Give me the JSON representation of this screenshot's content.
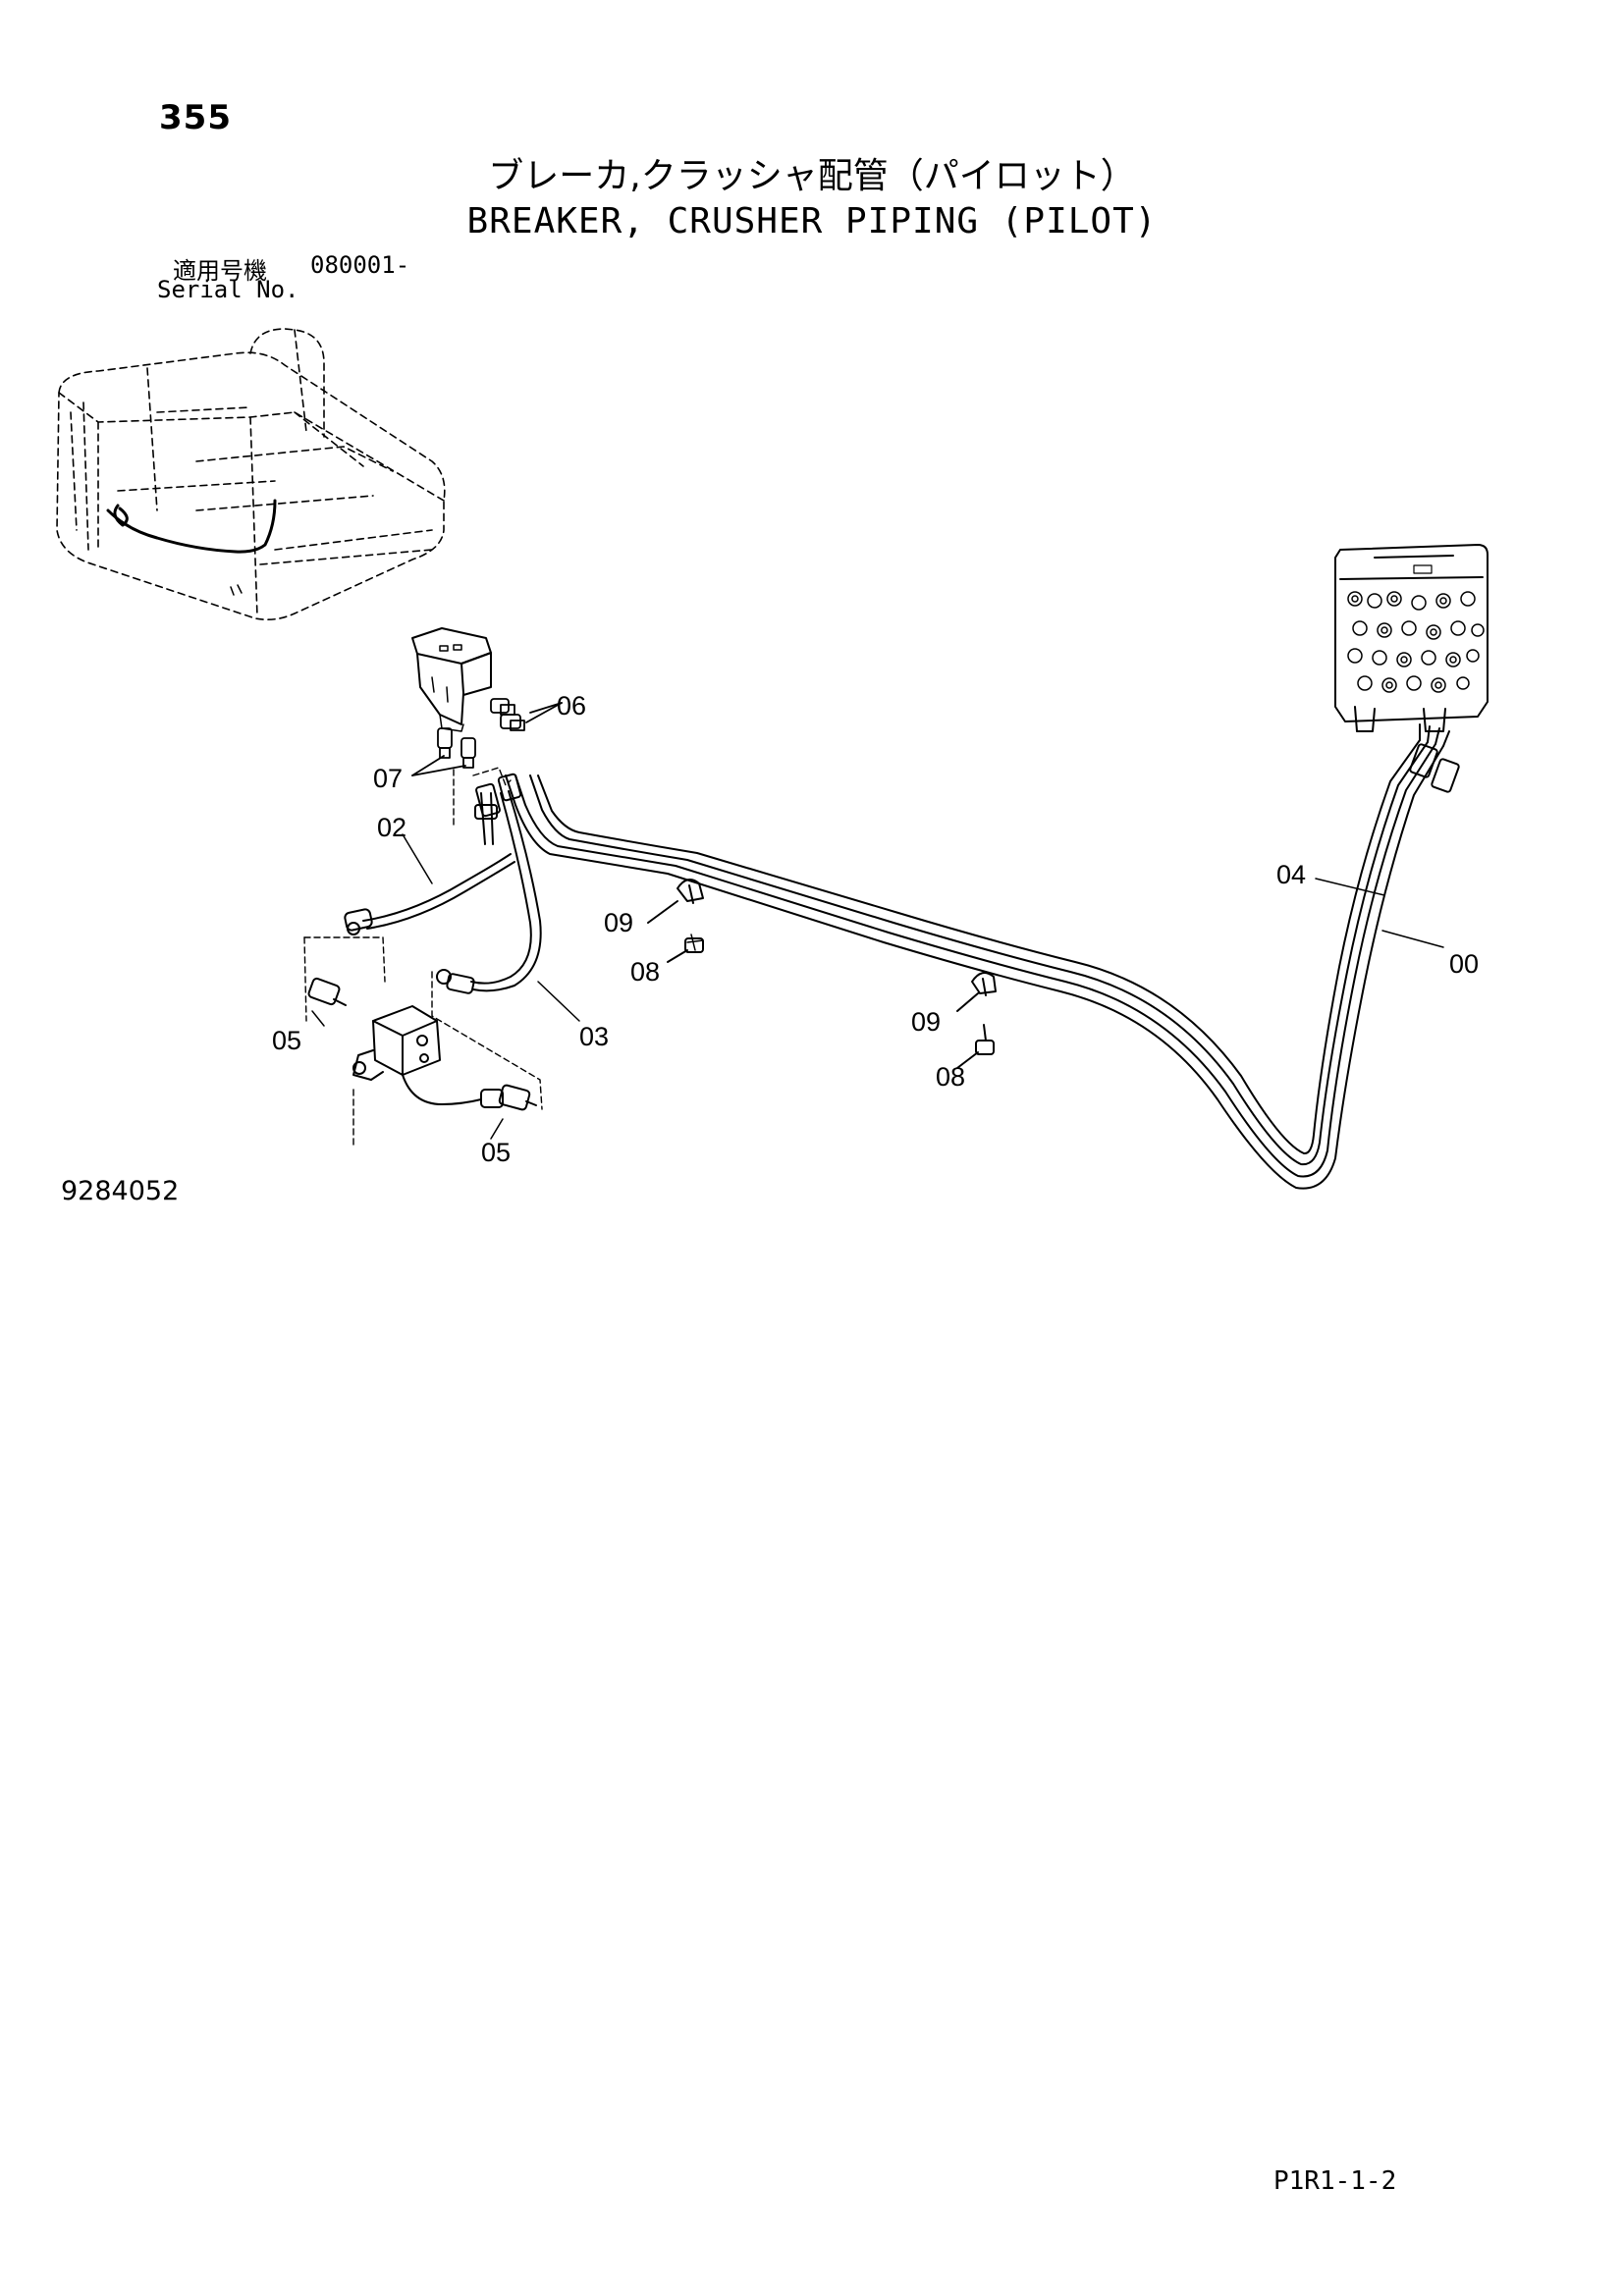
{
  "header": {
    "page_number": "355",
    "title_jp": "ブレーカ,クラッシャ配管（パイロット）",
    "title_en": "BREAKER, CRUSHER PIPING (PILOT)",
    "serial_label_jp": "適用号機",
    "serial_value": "080001-",
    "serial_label_en": "Serial No."
  },
  "footer": {
    "drawing_number": "9284052",
    "sheet_code": "P1R1-1-2"
  },
  "callouts": {
    "c00": "00",
    "c02": "02",
    "c03": "03",
    "c04": "04",
    "c05a": "05",
    "c05b": "05",
    "c06": "06",
    "c07": "07",
    "c08a": "08",
    "c08b": "08",
    "c09a": "09",
    "c09b": "09"
  },
  "colors": {
    "line": "#000000",
    "background": "#ffffff"
  }
}
